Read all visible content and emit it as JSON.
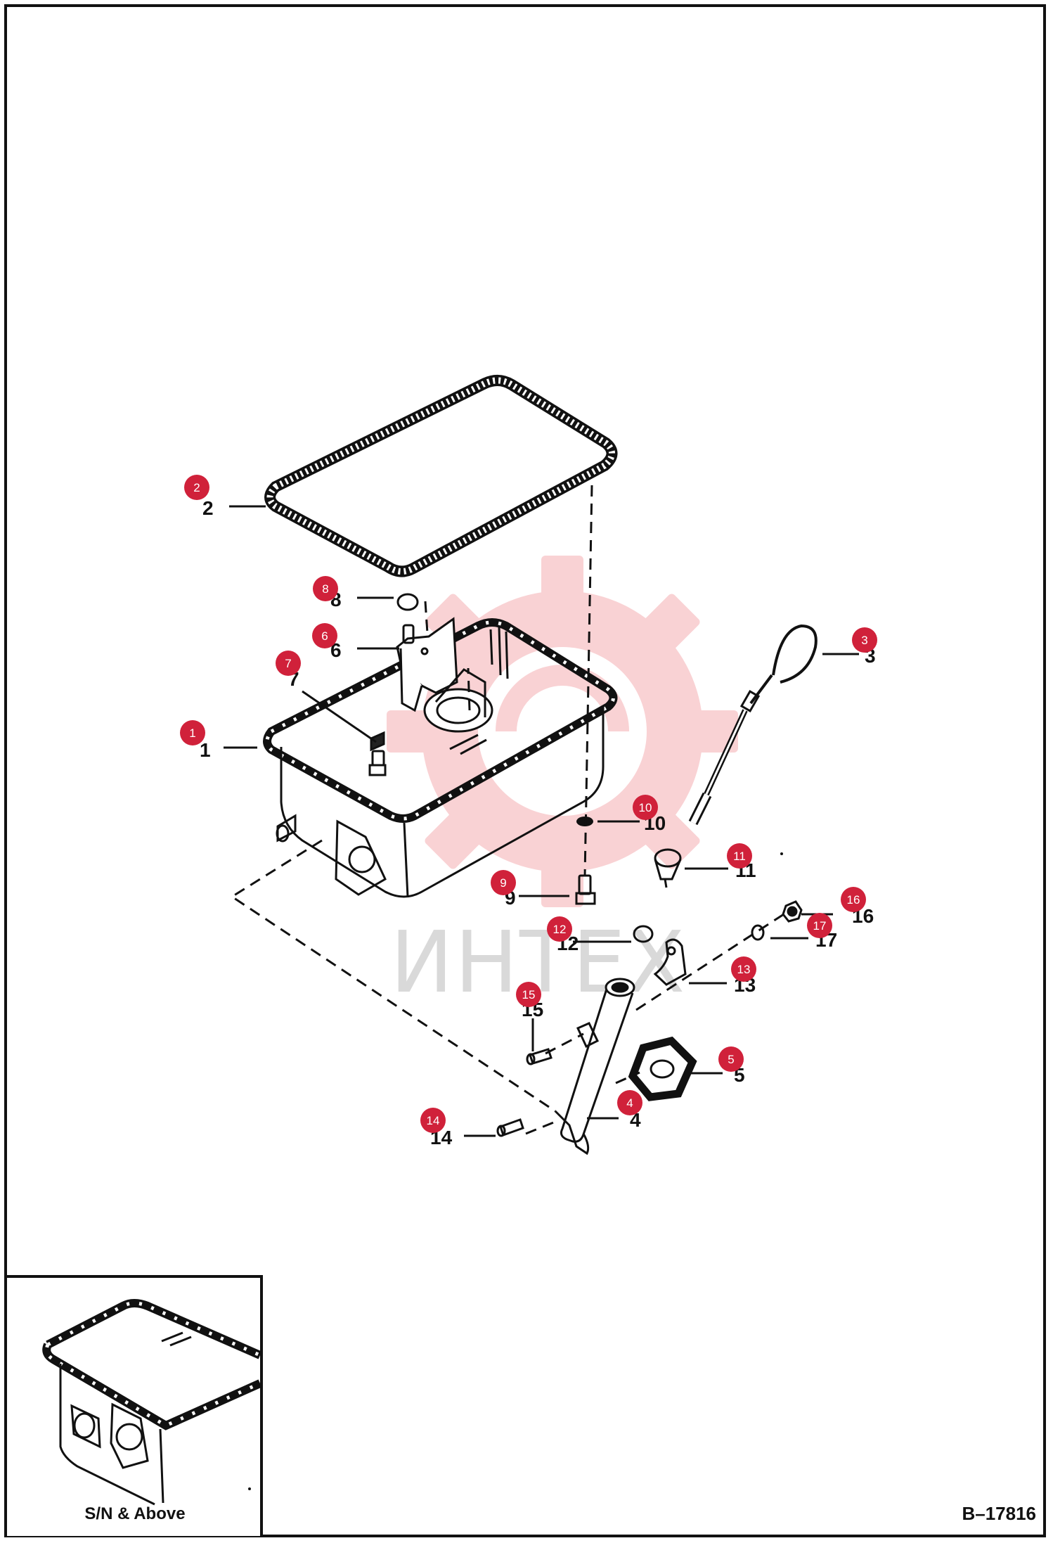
{
  "watermark": {
    "text": "ИНТЕХ",
    "color": "#f7c3c6"
  },
  "drawing_id": "B–17816",
  "inset_label": "S/N & Above",
  "colors": {
    "badge": "#d0213a",
    "line": "#111111"
  },
  "callouts": [
    {
      "num": "1",
      "badge": "1"
    },
    {
      "num": "2",
      "badge": "2"
    },
    {
      "num": "3",
      "badge": "3"
    },
    {
      "num": "4",
      "badge": "4"
    },
    {
      "num": "5",
      "badge": "5"
    },
    {
      "num": "6",
      "badge": "6"
    },
    {
      "num": "7",
      "badge": "7"
    },
    {
      "num": "8",
      "badge": "8"
    },
    {
      "num": "9",
      "badge": "9"
    },
    {
      "num": "10",
      "badge": "10"
    },
    {
      "num": "11",
      "badge": "11"
    },
    {
      "num": "12",
      "badge": "12"
    },
    {
      "num": "13",
      "badge": "13"
    },
    {
      "num": "14",
      "badge": "14"
    },
    {
      "num": "15",
      "badge": "15"
    },
    {
      "num": "16",
      "badge": "16"
    },
    {
      "num": "17",
      "badge": "17"
    }
  ]
}
